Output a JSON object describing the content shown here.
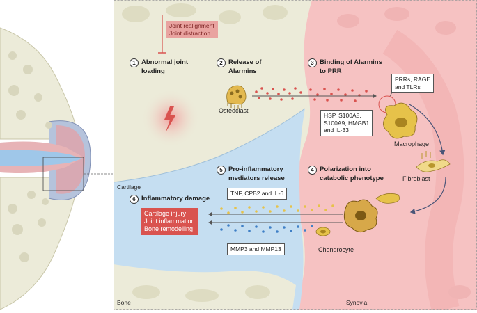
{
  "left_panel": {
    "joint_icon": "knee-joint-icon"
  },
  "regions": {
    "cartilage": "Cartilage",
    "bone": "Bone",
    "synovia": "Synovia"
  },
  "steps": [
    {
      "num": "1",
      "line1": "Abnormal joint",
      "line2": "loading"
    },
    {
      "num": "2",
      "line1": "Release of",
      "line2": "Alarmins"
    },
    {
      "num": "3",
      "line1": "Binding of Alarmins",
      "line2": "to PRR"
    },
    {
      "num": "4",
      "line1": "Polarization into",
      "line2": "catabolic phenotype"
    },
    {
      "num": "5",
      "line1": "Pro-inflammatory",
      "line2": "mediators release"
    },
    {
      "num": "6",
      "line1": "Inflammatory damage",
      "line2": ""
    }
  ],
  "intervention": {
    "line1": "Joint realignment",
    "line2": "Joint distraction"
  },
  "cells": {
    "osteoclast": "Osteoclast",
    "macrophage": "Macrophage",
    "fibroblast": "Fibroblast",
    "chondrocyte": "Chondrocyte"
  },
  "alarmins_box": {
    "line1": "HSP, S100A8,",
    "line2": "S100A9, HMGB1",
    "line3": "and IL-33"
  },
  "prr_box": {
    "line1": "PRRs, RAGE",
    "line2": "and TLRs"
  },
  "mediators": {
    "top": "TNF, CPB2 and IL-6",
    "bottom": "MMP3 and MMP13"
  },
  "damage": {
    "line1": "Cartilage injury",
    "line2": "Joint inflammation",
    "line3": "Bone remodelling"
  },
  "colors": {
    "bone": "#ecebd9",
    "cartilage": "#c5def1",
    "synovia": "#f6c2c2",
    "red": "#d9534f",
    "yellow": "#e6c24a",
    "blue": "#3f7fc6",
    "arrow": "#4a5578"
  }
}
